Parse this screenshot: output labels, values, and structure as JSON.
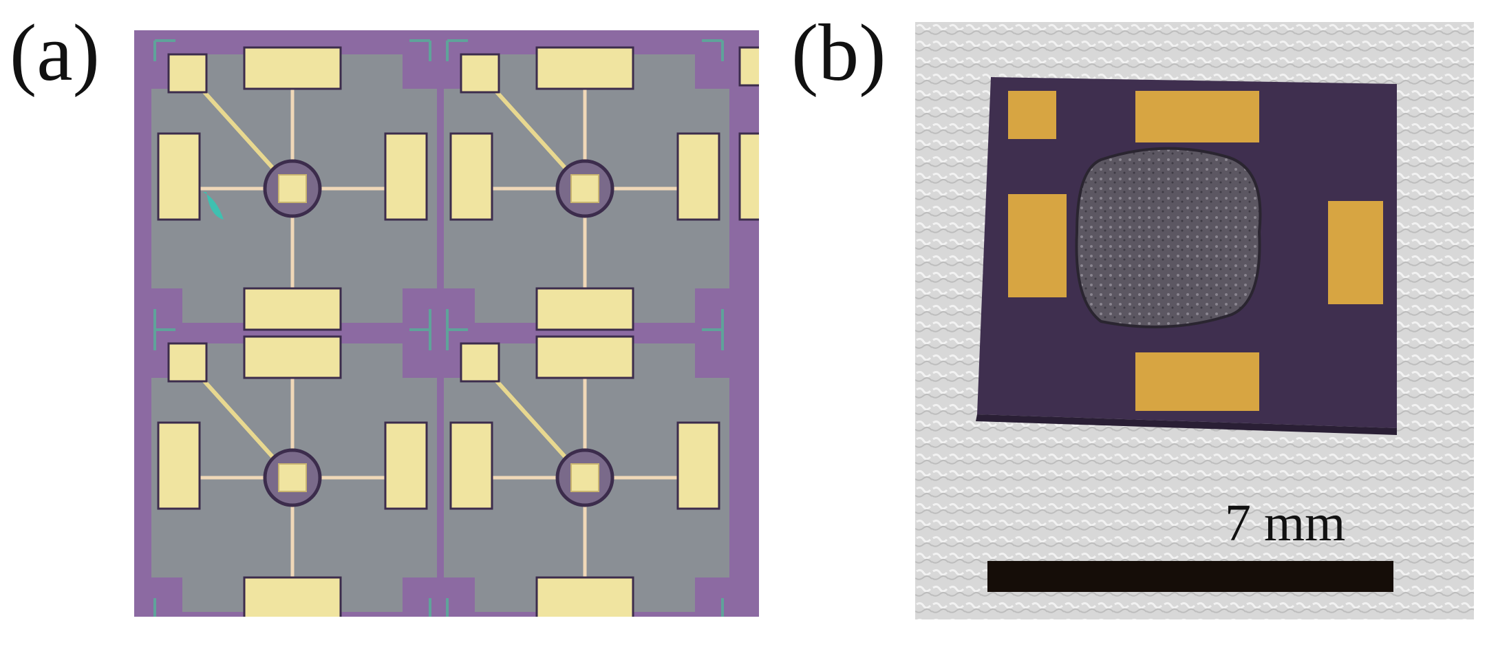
{
  "figure": {
    "panel_a_label": "(a)",
    "panel_b_label": "(b)",
    "scale_bar_label": "7 mm"
  },
  "colors": {
    "wafer_purple": "#8c6aa2",
    "membrane_gray": "#8a9393",
    "gold_pad": "#f0e4a0",
    "gold_pad_b": "#d7a542",
    "chip_dark": "#3f2f4f",
    "sensing_film": "#5a5560",
    "background_paper": "#dcdcdc",
    "scale_bar": "#150d08"
  }
}
